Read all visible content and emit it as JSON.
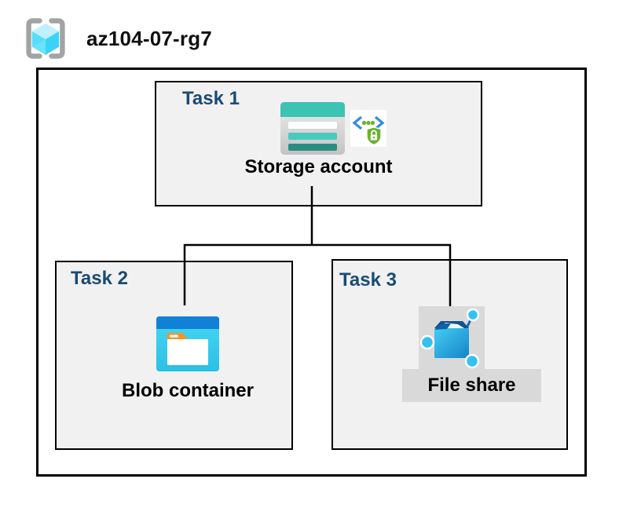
{
  "header": {
    "resource_group_name": "az104-07-rg7",
    "icon": "resource-group-icon"
  },
  "tasks": [
    {
      "label": "Task 1",
      "resource": "Storage account",
      "icons": [
        "storage-account-icon",
        "sas-secure-access-icon"
      ]
    },
    {
      "label": "Task 2",
      "resource": "Blob container",
      "icons": [
        "blob-container-icon"
      ]
    },
    {
      "label": "Task 3",
      "resource": "File share",
      "icons": [
        "file-share-icon"
      ]
    }
  ],
  "connections": [
    {
      "from": "Storage account",
      "to": "Blob container"
    },
    {
      "from": "Storage account",
      "to": "File share"
    }
  ],
  "colors": {
    "task_label_navy": "#1b4a73",
    "box_fill": "#f1f1f1",
    "box_border": "#000000",
    "storage_teal": "#3cc3b4",
    "storage_teal_mid": "#48cabc",
    "storage_teal_dark": "#2b8d81",
    "blob_header_blue": "#1181d8",
    "blob_cyan": "#3ccdee",
    "blob_tab_orange": "#f59522",
    "file_share_blue": "#1583c9",
    "file_share_cyan": "#45cdf2",
    "node_cyan": "#34c1f0",
    "sas_green": "#69b32e",
    "sas_blue": "#2f8de2",
    "rg_cube_cyan": "#3ad3f7",
    "rg_bracket_gray": "#a3a3a3",
    "icon_plate_gray": "#d9d9d9"
  }
}
